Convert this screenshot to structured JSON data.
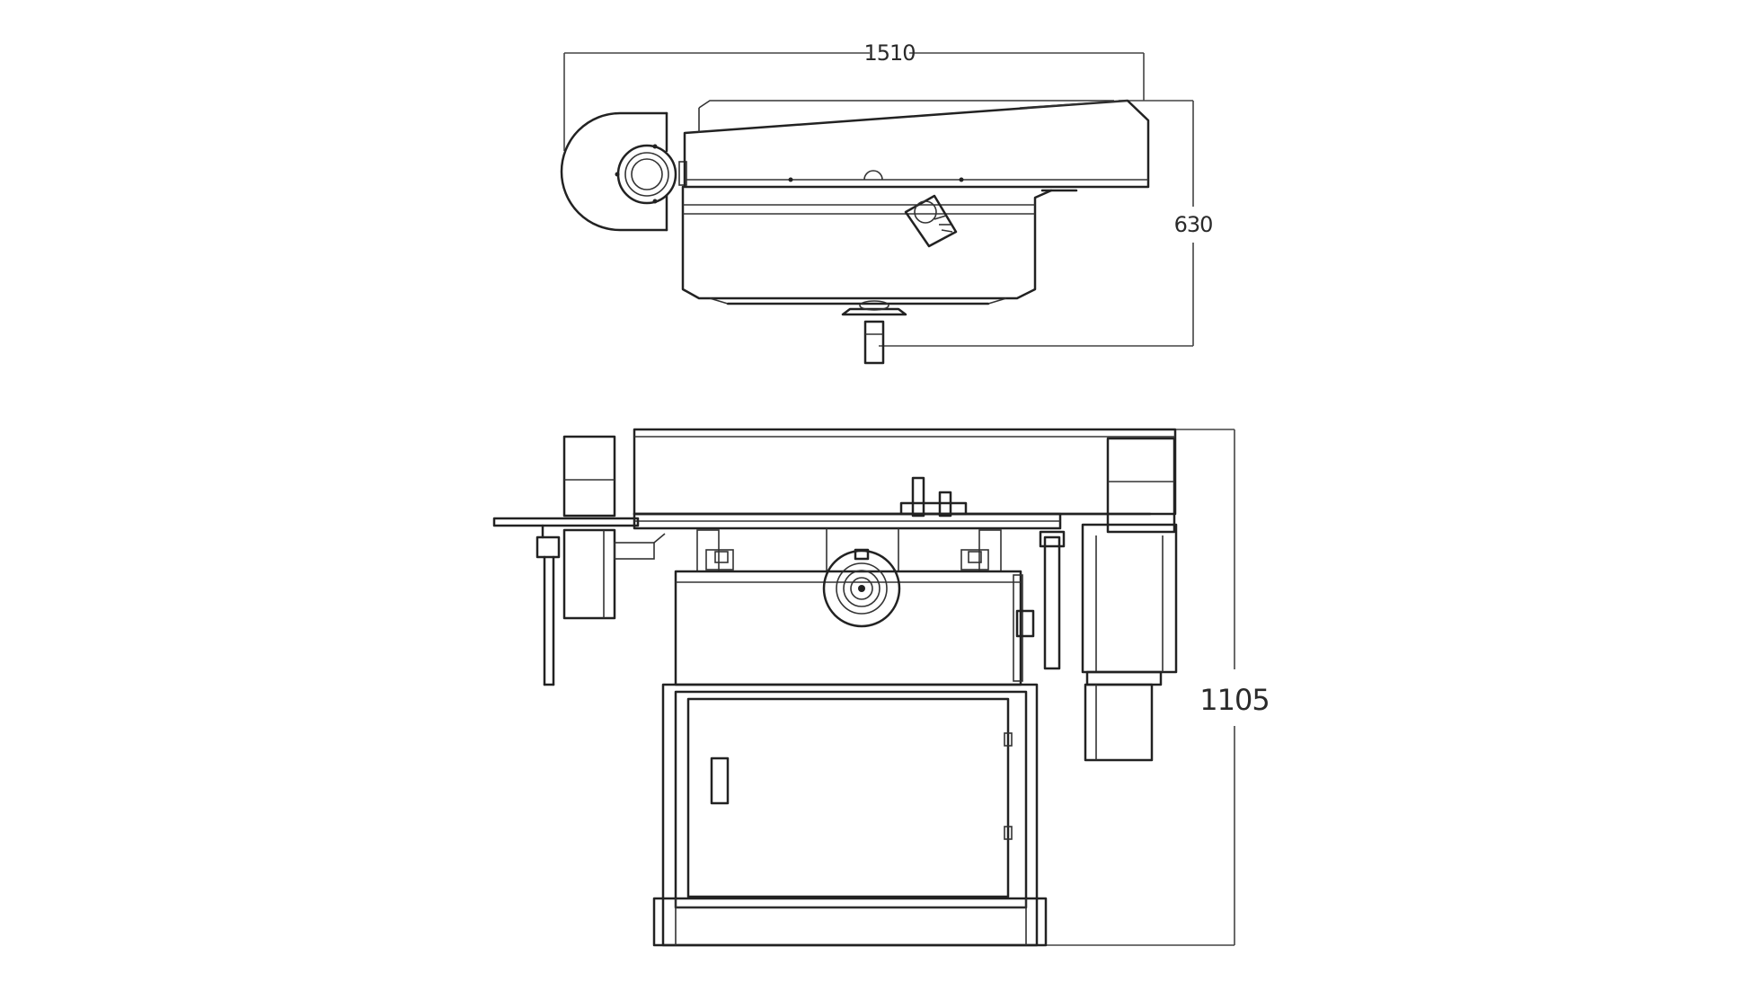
{
  "dimensions": {
    "width_top": "1510",
    "depth_top": "630",
    "height_front": "1105"
  },
  "colors": {
    "line": "#222222",
    "background": "#ffffff"
  }
}
